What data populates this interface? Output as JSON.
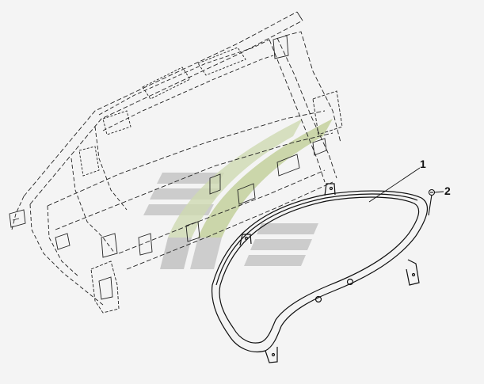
{
  "diagram": {
    "callouts": [
      {
        "id": "1",
        "label": "1"
      },
      {
        "id": "2",
        "label": "2"
      }
    ],
    "colors": {
      "background": "#f4f4f4",
      "linework": "#222222",
      "watermark": "#c9c9c9",
      "watermark_accent": "#bfcf9a"
    },
    "watermark": {
      "kind": "logo"
    }
  }
}
